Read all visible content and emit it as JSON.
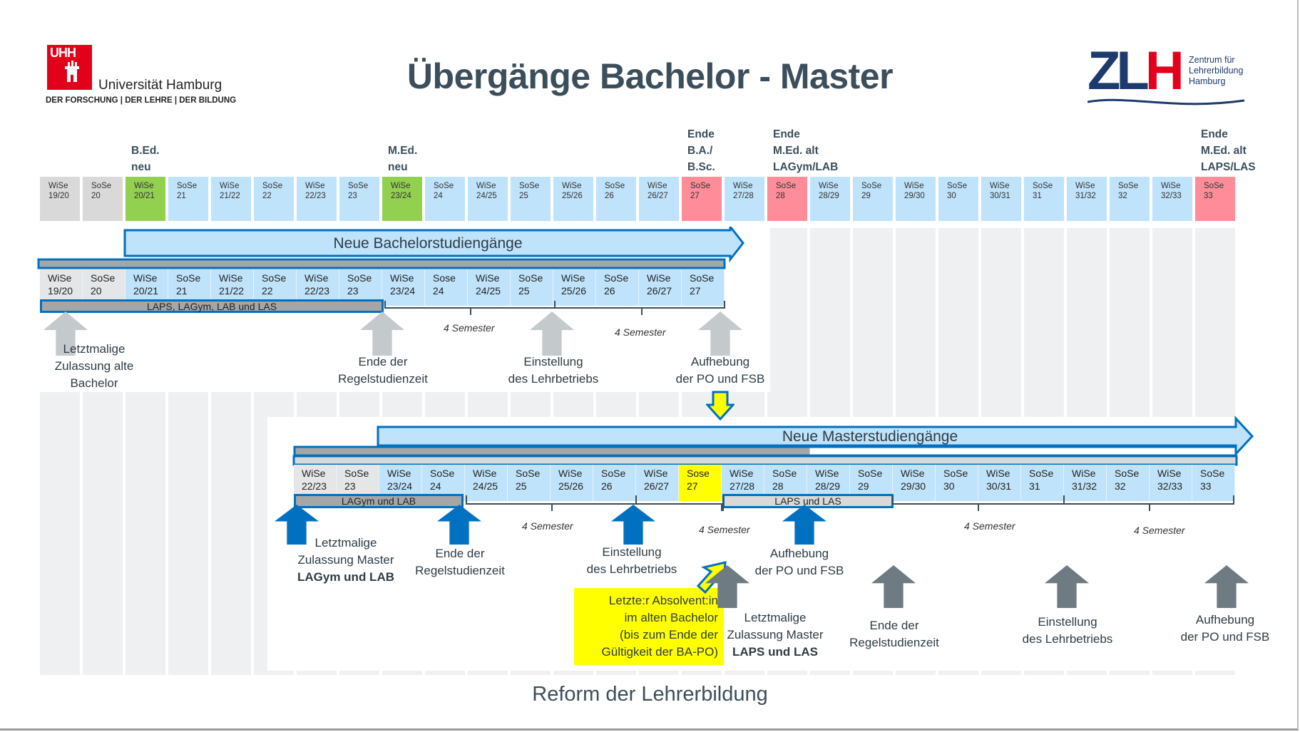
{
  "header": {
    "title": "Übergänge Bachelor - Master",
    "left_logo": {
      "letters": "UHH",
      "name": "Universität Hamburg",
      "tagline": "DER FORSCHUNG | DER LEHRE | DER BILDUNG"
    },
    "right_logo": {
      "mark_blue": "ZL",
      "mark_red": "H",
      "text": [
        "Zentrum für",
        "Lehrerbildung",
        "Hamburg"
      ]
    }
  },
  "colors": {
    "gray": "#d9d9d9",
    "blue": "#bfe3fb",
    "green": "#92d050",
    "red": "#ff8c99",
    "yellow": "#ffff00",
    "accent": "#0070c0",
    "arrow_gray_light": "#c4c9cc",
    "arrow_gray_dark": "#6f7b82"
  },
  "timeline": {
    "semesters": [
      {
        "t": "WiSe",
        "y": "19/20",
        "c": "gray"
      },
      {
        "t": "SoSe",
        "y": "20",
        "c": "gray"
      },
      {
        "t": "WiSe",
        "y": "20/21",
        "c": "green"
      },
      {
        "t": "SoSe",
        "y": "21",
        "c": "blue"
      },
      {
        "t": "WiSe",
        "y": "21/22",
        "c": "blue"
      },
      {
        "t": "SoSe",
        "y": "22",
        "c": "blue"
      },
      {
        "t": "WiSe",
        "y": "22/23",
        "c": "blue"
      },
      {
        "t": "SoSe",
        "y": "23",
        "c": "blue"
      },
      {
        "t": "WiSe",
        "y": "23/24",
        "c": "green"
      },
      {
        "t": "SoSe",
        "y": "24",
        "c": "blue"
      },
      {
        "t": "WiSe",
        "y": "24/25",
        "c": "blue"
      },
      {
        "t": "SoSe",
        "y": "25",
        "c": "blue"
      },
      {
        "t": "WiSe",
        "y": "25/26",
        "c": "blue"
      },
      {
        "t": "SoSe",
        "y": "26",
        "c": "blue"
      },
      {
        "t": "WiSe",
        "y": "26/27",
        "c": "blue"
      },
      {
        "t": "SoSe",
        "y": "27",
        "c": "red"
      },
      {
        "t": "WiSe",
        "y": "27/28",
        "c": "blue"
      },
      {
        "t": "SoSe",
        "y": "28",
        "c": "red"
      },
      {
        "t": "WiSe",
        "y": "28/29",
        "c": "blue"
      },
      {
        "t": "SoSe",
        "y": "29",
        "c": "blue"
      },
      {
        "t": "WiSe",
        "y": "29/30",
        "c": "blue"
      },
      {
        "t": "SoSe",
        "y": "30",
        "c": "blue"
      },
      {
        "t": "WiSe",
        "y": "30/31",
        "c": "blue"
      },
      {
        "t": "SoSe",
        "y": "31",
        "c": "blue"
      },
      {
        "t": "WiSe",
        "y": "31/32",
        "c": "blue"
      },
      {
        "t": "SoSe",
        "y": "32",
        "c": "blue"
      },
      {
        "t": "WiSe",
        "y": "32/33",
        "c": "blue"
      },
      {
        "t": "SoSe",
        "y": "33",
        "c": "red"
      }
    ],
    "milestones": [
      {
        "col": 2,
        "lines": [
          "B.Ed.",
          "neu"
        ]
      },
      {
        "col": 8,
        "lines": [
          "M.Ed.",
          "neu"
        ]
      },
      {
        "col": 15,
        "lines": [
          "Ende",
          "B.A./",
          "B.Sc."
        ]
      },
      {
        "col": 17,
        "lines": [
          "Ende",
          "M.Ed. alt",
          "LAGym/LAB"
        ]
      },
      {
        "col": 27,
        "lines": [
          "Ende",
          "M.Ed. alt",
          "LAPS/LAS"
        ]
      }
    ]
  },
  "bachelor": {
    "arrow_label": "Neue Bachelorstudiengänge",
    "semesters": [
      {
        "t": "WiSe",
        "y": "19/20",
        "c": "gray"
      },
      {
        "t": "SoSe",
        "y": "20",
        "c": "gray"
      },
      {
        "t": "WiSe",
        "y": "20/21",
        "c": "blue"
      },
      {
        "t": "SoSe",
        "y": "21",
        "c": "blue"
      },
      {
        "t": "WiSe",
        "y": "21/22",
        "c": "blue"
      },
      {
        "t": "SoSe",
        "y": "22",
        "c": "blue"
      },
      {
        "t": "WiSe",
        "y": "22/23",
        "c": "blue"
      },
      {
        "t": "SoSe",
        "y": "23",
        "c": "blue"
      },
      {
        "t": "WiSe",
        "y": "23/24",
        "c": "blue"
      },
      {
        "t": "Sose",
        "y": "24",
        "c": "blue"
      },
      {
        "t": "WiSe",
        "y": "24/25",
        "c": "blue"
      },
      {
        "t": "SoSe",
        "y": "25",
        "c": "blue"
      },
      {
        "t": "WiSe",
        "y": "25/26",
        "c": "blue"
      },
      {
        "t": "SoSe",
        "y": "26",
        "c": "blue"
      },
      {
        "t": "WiSe",
        "y": "26/27",
        "c": "blue"
      },
      {
        "t": "SoSe",
        "y": "27",
        "c": "blue"
      }
    ],
    "old_bar_label": "LAPS, LAGym, LAB und LAS",
    "brace_labels": [
      "4 Semester",
      "4 Semester"
    ],
    "events": [
      {
        "lines": [
          "Letztmalige",
          "Zulassung alte",
          "Bachelor"
        ]
      },
      {
        "lines": [
          "Ende der",
          "Regelstudienzeit"
        ]
      },
      {
        "lines": [
          "Einstellung",
          "des Lehrbetriebs"
        ]
      },
      {
        "lines": [
          "Aufhebung",
          "der PO und FSB"
        ]
      }
    ]
  },
  "master": {
    "arrow_label": "Neue Masterstudiengänge",
    "semesters": [
      {
        "t": "WiSe",
        "y": "22/23",
        "c": "gray"
      },
      {
        "t": "SoSe",
        "y": "23",
        "c": "gray"
      },
      {
        "t": "WiSe",
        "y": "23/24",
        "c": "blue"
      },
      {
        "t": "SoSe",
        "y": "24",
        "c": "blue"
      },
      {
        "t": "WiSe",
        "y": "24/25",
        "c": "blue"
      },
      {
        "t": "SoSe",
        "y": "25",
        "c": "blue"
      },
      {
        "t": "WiSe",
        "y": "25/26",
        "c": "blue"
      },
      {
        "t": "SoSe",
        "y": "26",
        "c": "blue"
      },
      {
        "t": "WiSe",
        "y": "26/27",
        "c": "blue"
      },
      {
        "t": "Sose",
        "y": "27",
        "c": "yellow"
      },
      {
        "t": "WiSe",
        "y": "27/28",
        "c": "blue"
      },
      {
        "t": "SoSe",
        "y": "28",
        "c": "blue"
      },
      {
        "t": "WiSe",
        "y": "28/29",
        "c": "blue"
      },
      {
        "t": "SoSe",
        "y": "29",
        "c": "blue"
      },
      {
        "t": "WiSe",
        "y": "29/30",
        "c": "blue"
      },
      {
        "t": "SoSe",
        "y": "30",
        "c": "blue"
      },
      {
        "t": "WiSe",
        "y": "30/31",
        "c": "blue"
      },
      {
        "t": "SoSe",
        "y": "31",
        "c": "blue"
      },
      {
        "t": "WiSe",
        "y": "31/32",
        "c": "blue"
      },
      {
        "t": "SoSe",
        "y": "32",
        "c": "blue"
      },
      {
        "t": "WiSe",
        "y": "32/33",
        "c": "blue"
      },
      {
        "t": "SoSe",
        "y": "33",
        "c": "blue"
      }
    ],
    "bar_lagym_label": "LAGym und LAB",
    "bar_laps_label": "LAPS und LAS",
    "brace_labels": [
      "4 Semester",
      "4 Semester",
      "4 Semester",
      "4 Semester"
    ],
    "events_blue": [
      {
        "lines": [
          "Letztmalige",
          "Zulassung Master"
        ],
        "bold": "LAGym und LAB"
      },
      {
        "lines": [
          "Ende der",
          "Regelstudienzeit"
        ]
      },
      {
        "lines": [
          "Einstellung",
          "des Lehrbetriebs"
        ]
      },
      {
        "lines": [
          "Aufhebung",
          "der PO und FSB"
        ]
      }
    ],
    "events_gray": [
      {
        "lines": [
          "Letztmalige",
          "Zulassung Master"
        ],
        "bold": "LAPS und LAS"
      },
      {
        "lines": [
          "Ende der",
          "Regelstudienzeit"
        ]
      },
      {
        "lines": [
          "Einstellung",
          "des Lehrbetriebs"
        ]
      },
      {
        "lines": [
          "Aufhebung",
          "der PO und FSB"
        ]
      }
    ],
    "note_lines": [
      "Letzte:r Absolvent:in",
      "im alten Bachelor",
      "(bis zum Ende der",
      "Gültigkeit der BA-PO)"
    ]
  },
  "footer": {
    "text": "Reform der Lehrerbildung"
  }
}
